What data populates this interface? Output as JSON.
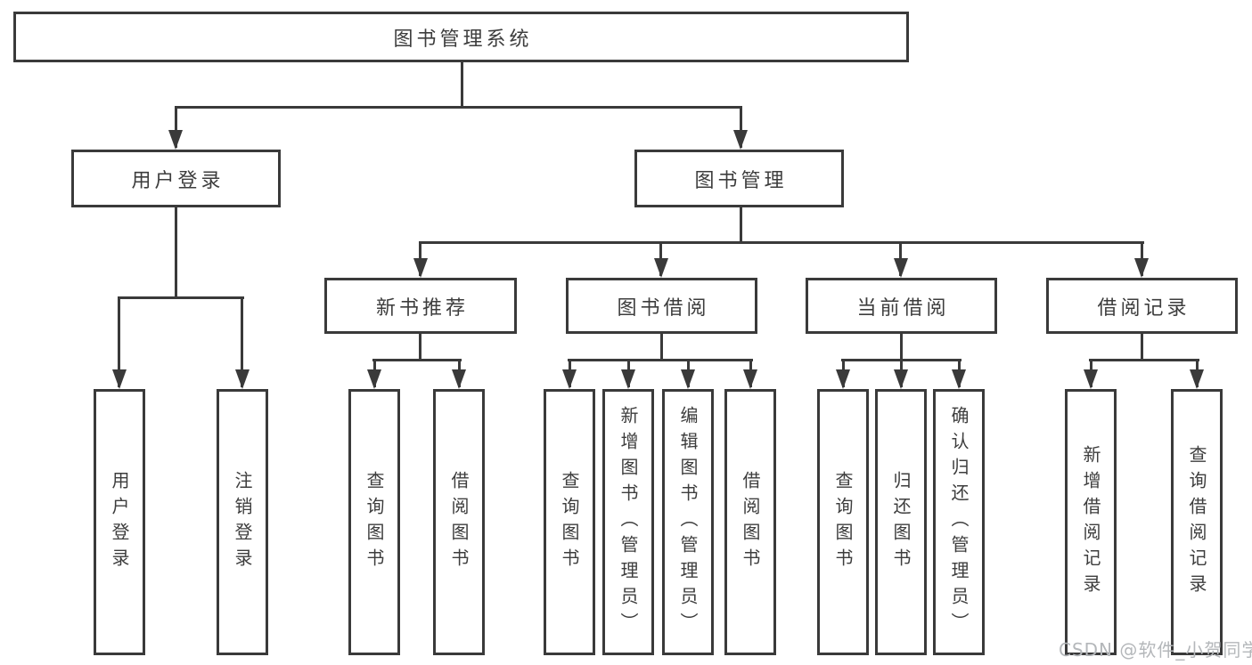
{
  "diagram": {
    "type": "hierarchy-tree",
    "root": {
      "label": "图书管理系统"
    },
    "level1": [
      {
        "label": "用户登录",
        "parent": "图书管理系统"
      },
      {
        "label": "图书管理",
        "parent": "图书管理系统"
      }
    ],
    "level2": [
      {
        "label": "新书推荐",
        "parent": "图书管理"
      },
      {
        "label": "图书借阅",
        "parent": "图书管理"
      },
      {
        "label": "当前借阅",
        "parent": "图书管理"
      },
      {
        "label": "借阅记录",
        "parent": "图书管理"
      }
    ],
    "leaves": [
      {
        "label": "用户登录",
        "parent": "用户登录"
      },
      {
        "label": "注销登录",
        "parent": "用户登录"
      },
      {
        "label": "查询图书",
        "parent": "新书推荐"
      },
      {
        "label": "借阅图书",
        "parent": "新书推荐"
      },
      {
        "label": "查询图书",
        "parent": "图书借阅"
      },
      {
        "label": "新增图书（管理员）",
        "parent": "图书借阅"
      },
      {
        "label": "编辑图书（管理员）",
        "parent": "图书借阅"
      },
      {
        "label": "借阅图书",
        "parent": "图书借阅"
      },
      {
        "label": "查询图书",
        "parent": "当前借阅"
      },
      {
        "label": "归还图书",
        "parent": "当前借阅"
      },
      {
        "label": "确认归还（管理员）",
        "parent": "当前借阅"
      },
      {
        "label": "新增借阅记录",
        "parent": "借阅记录"
      },
      {
        "label": "查询借阅记录",
        "parent": "借阅记录"
      }
    ]
  },
  "watermark": {
    "text": "CSDN @软件_小贺同学"
  },
  "colors": {
    "line": "#3a3a3a",
    "text": "#3d3d3d",
    "watermark": "#b4b7ba",
    "background": "#ffffff"
  }
}
